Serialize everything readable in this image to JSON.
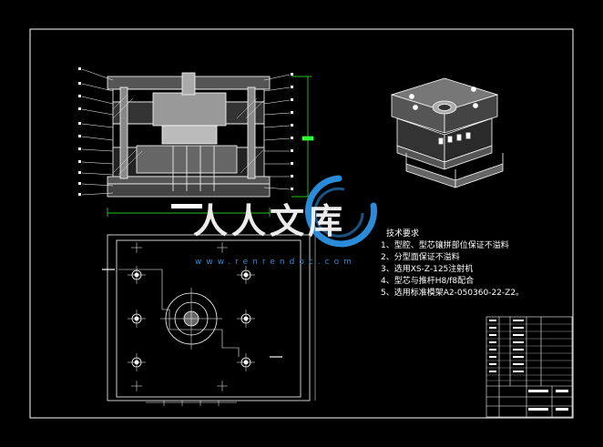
{
  "watermark": {
    "brand_text": "人人文库",
    "url": "www.renrendoc.com",
    "accent_color": "#2a8cd8"
  },
  "tech_requirements": {
    "title": "技术要求",
    "items": [
      "1、型腔、型芯镶拼部位保证不溢料",
      "2、分型面保证不溢料",
      "3、选用XS-Z-125注射机",
      "4、型芯与推杆H8/f8配合",
      "5、选用标准模架A2-050360-22-Z2。"
    ]
  },
  "drawing": {
    "line_color": "#ffffff",
    "dimension_color": "#33ff33"
  }
}
